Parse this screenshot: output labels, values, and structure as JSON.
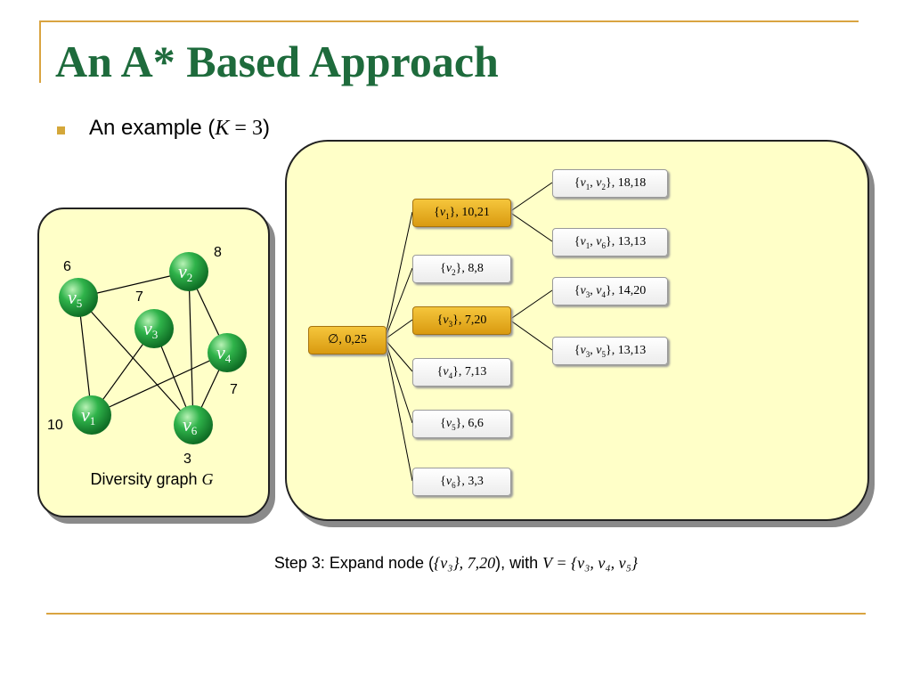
{
  "title": "An A* Based Approach",
  "bullet": {
    "text": "An example (",
    "math_var": "K",
    "math_rest": " = 3",
    "close": ")"
  },
  "graph": {
    "caption_text": "Diversity graph ",
    "caption_var": "G",
    "nodes": [
      {
        "id": "v5",
        "var": "v",
        "sub": "5",
        "weight": "6"
      },
      {
        "id": "v2",
        "var": "v",
        "sub": "2",
        "weight": "8"
      },
      {
        "id": "v3",
        "var": "v",
        "sub": "3",
        "weight": "7"
      },
      {
        "id": "v4",
        "var": "v",
        "sub": "4",
        "weight": "7"
      },
      {
        "id": "v1",
        "var": "v",
        "sub": "1",
        "weight": "10"
      },
      {
        "id": "v6",
        "var": "v",
        "sub": "6",
        "weight": "3"
      }
    ],
    "edges": [
      [
        "v5",
        "v2"
      ],
      [
        "v5",
        "v1"
      ],
      [
        "v5",
        "v6"
      ],
      [
        "v3",
        "v1"
      ],
      [
        "v3",
        "v6"
      ],
      [
        "v2",
        "v6"
      ],
      [
        "v2",
        "v4"
      ],
      [
        "v4",
        "v6"
      ],
      [
        "v1",
        "v4"
      ]
    ],
    "node_color": "#2fb34a"
  },
  "tree": {
    "root": {
      "text": "∅, 0,25",
      "highlight": true
    },
    "level1": [
      {
        "set": "v",
        "sub": "1",
        "vals": "10,21",
        "highlight": true
      },
      {
        "set": "v",
        "sub": "2",
        "vals": "8,8",
        "highlight": false
      },
      {
        "set": "v",
        "sub": "3",
        "vals": "7,20",
        "highlight": true
      },
      {
        "set": "v",
        "sub": "4",
        "vals": "7,13",
        "highlight": false
      },
      {
        "set": "v",
        "sub": "5",
        "vals": "6,6",
        "highlight": false
      },
      {
        "set": "v",
        "sub": "6",
        "vals": "3,3",
        "highlight": false
      }
    ],
    "level2": [
      {
        "a": "1",
        "b": "2",
        "vals": "18,18"
      },
      {
        "a": "1",
        "b": "6",
        "vals": "13,13"
      },
      {
        "a": "3",
        "b": "4",
        "vals": "14,20"
      },
      {
        "a": "3",
        "b": "5",
        "vals": "13,13"
      }
    ]
  },
  "step_caption": {
    "prefix": "Step 3: Expand node (",
    "node": "{v₃}, 7,20",
    "mid": "), with ",
    "set": "V = {v₃, v₄, v₅}"
  },
  "colors": {
    "title": "#1e6b3c",
    "accent_rule": "#d9a441",
    "panel_fill": "#ffffc8",
    "highlight_node": "#e6a91e"
  }
}
